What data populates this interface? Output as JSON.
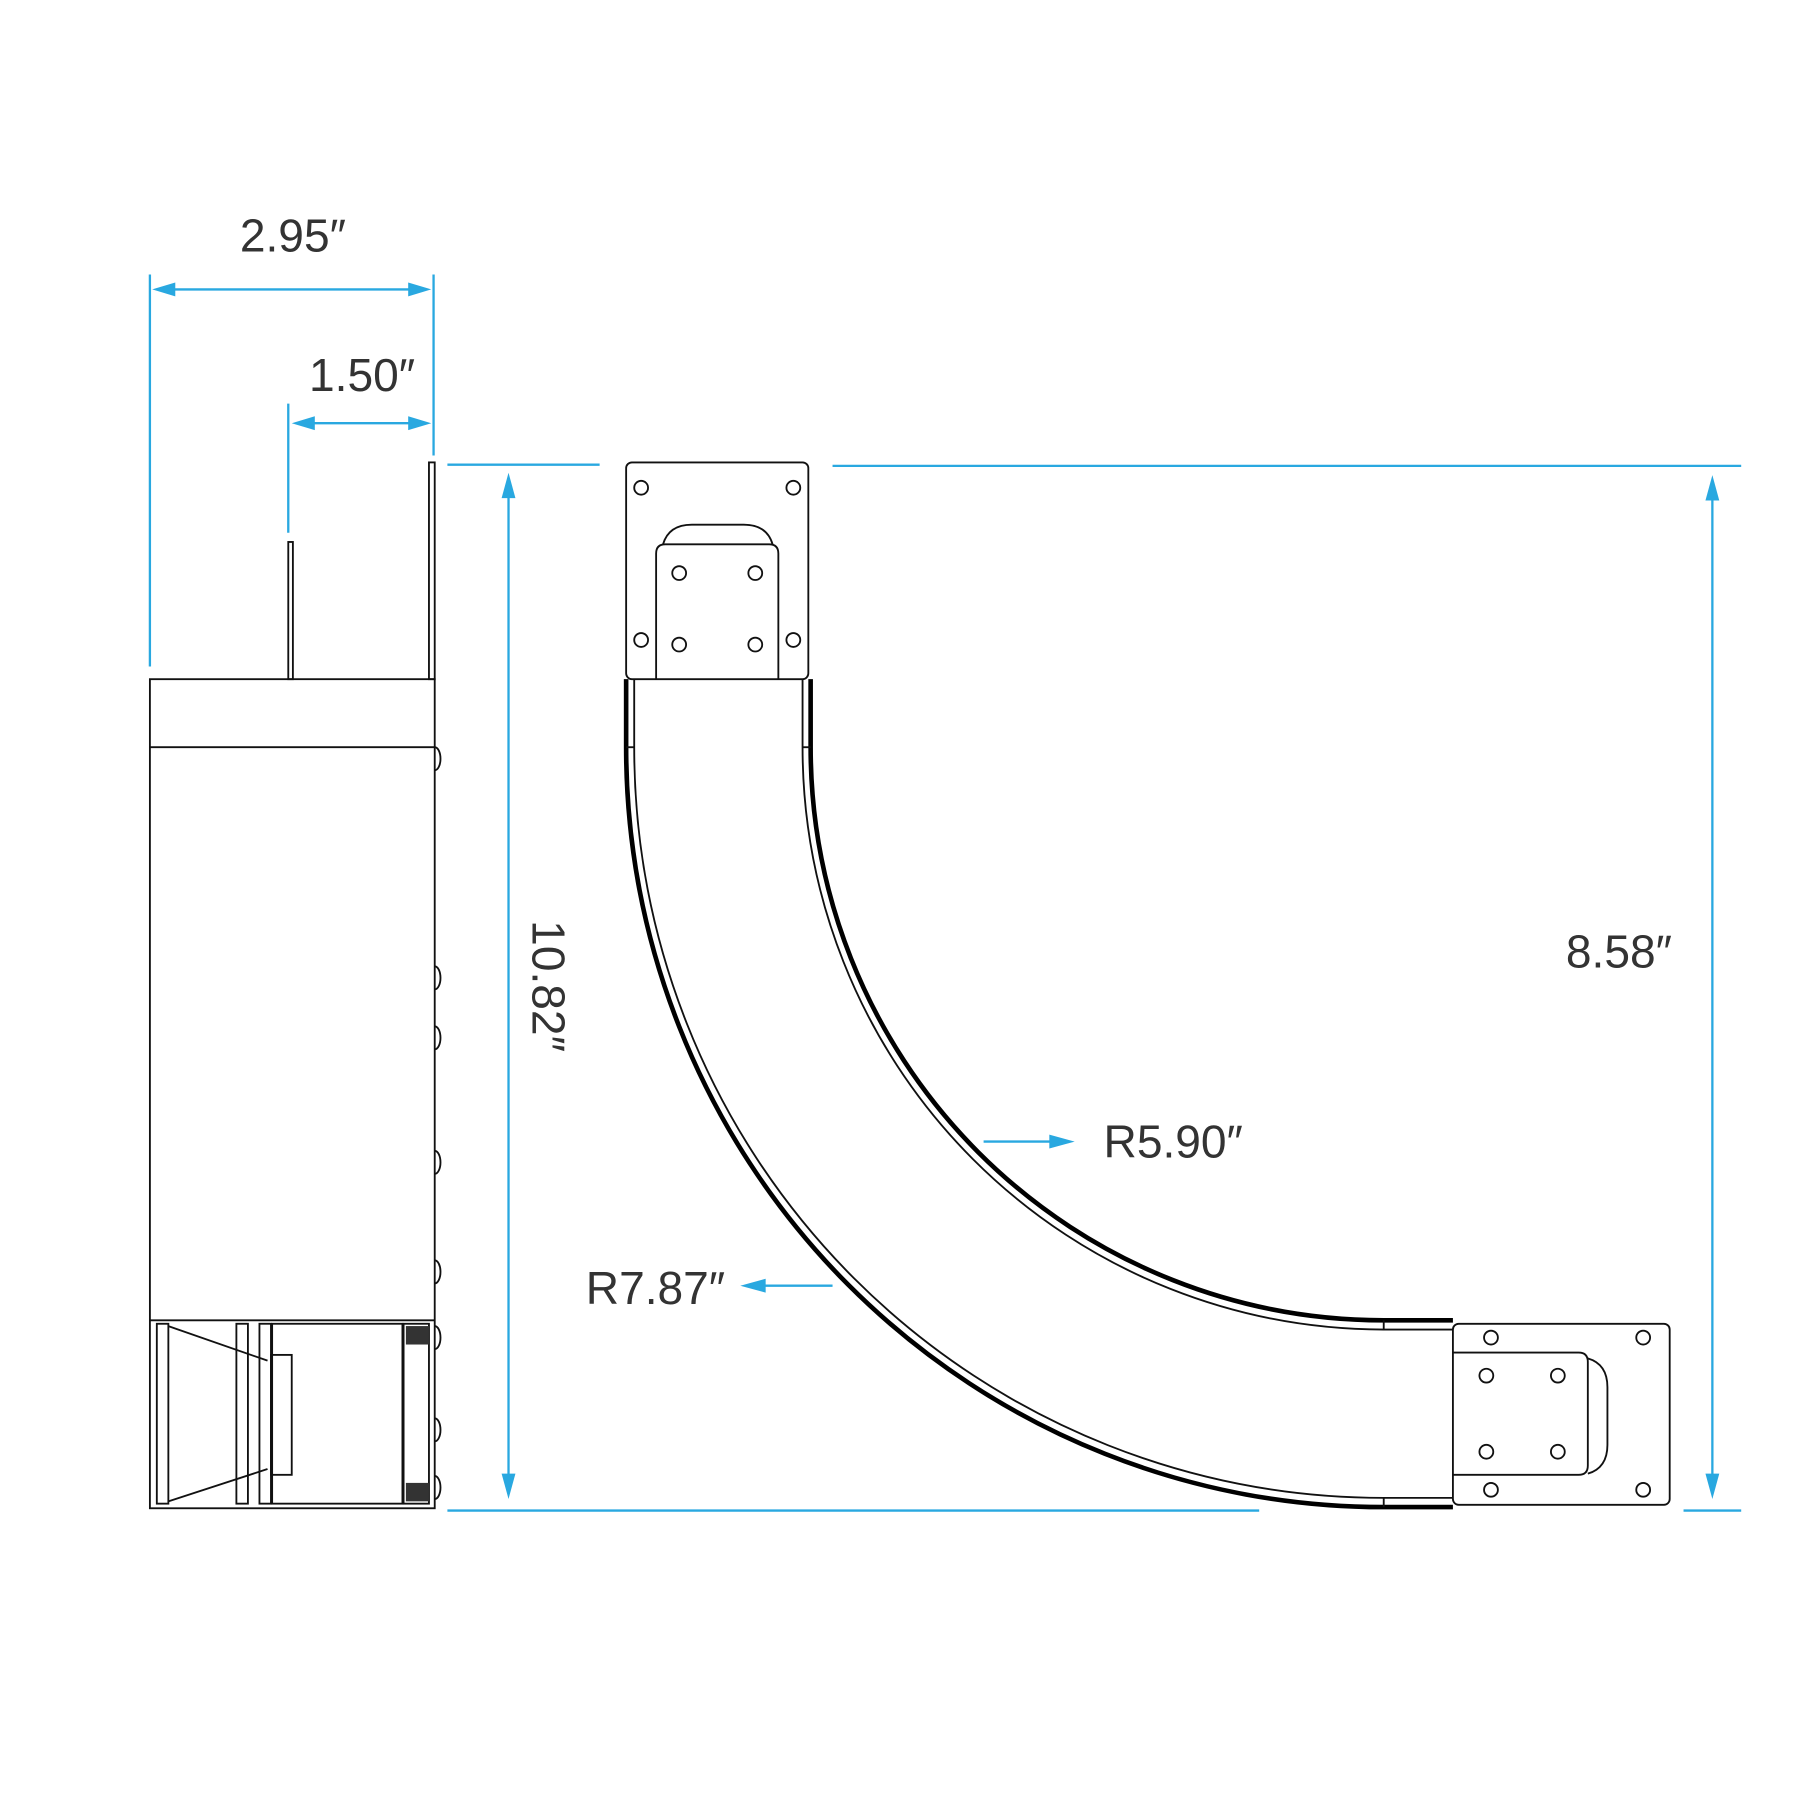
{
  "dimensions": {
    "overall_width": "2.95″",
    "flange_offset": "1.50″",
    "overall_height": "10.82″",
    "elbow_height": "8.58″",
    "inner_radius": "R5.90″",
    "outer_radius": "R7.87″"
  },
  "colors": {
    "dimension": "#29a8e0",
    "text": "#333333",
    "line": "#111111"
  }
}
